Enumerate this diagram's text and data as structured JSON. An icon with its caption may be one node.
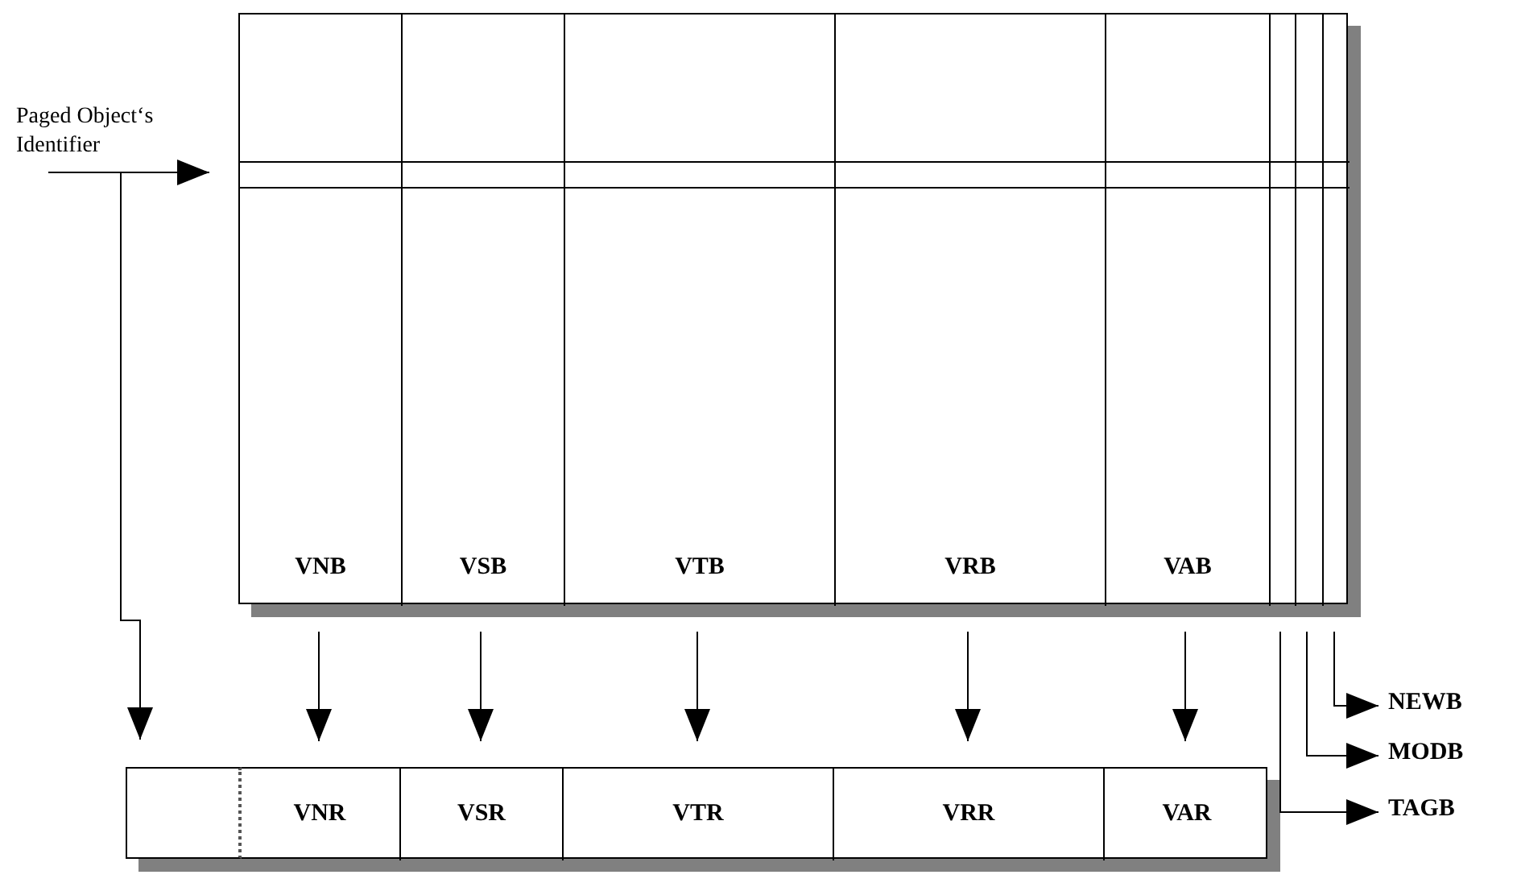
{
  "diagram": {
    "nodes": [
      {
        "text": [
          "Paged Object‘s Identifier"
        ]
      },
      {
        "text": [],
        "shape": "box"
      },
      {
        "text": [],
        "shape": "bar",
        "in": 1
      },
      {
        "text": [
          "VNB"
        ],
        "in": 1
      },
      {
        "text": [
          "VSB"
        ],
        "in": 1
      },
      {
        "text": [
          "VTB"
        ],
        "in": 1
      },
      {
        "text": [
          "VRB"
        ],
        "in": 1
      },
      {
        "text": [
          "VAB"
        ],
        "in": 1
      },
      {
        "text": [],
        "shape": "bar",
        "in": 1
      },
      {
        "text": [],
        "shape": "bar",
        "in": 1
      },
      {
        "text": [],
        "shape": "bar",
        "in": 1
      },
      {
        "text": [],
        "shape": "box"
      },
      {
        "text": [],
        "shape": "box",
        "in": 11
      },
      {
        "text": [
          "VNR"
        ],
        "in": 11
      },
      {
        "text": [
          "VSR"
        ],
        "in": 11
      },
      {
        "text": [
          "VTR"
        ],
        "in": 11
      },
      {
        "text": [
          "VRR"
        ],
        "in": 11
      },
      {
        "text": [
          "VAR"
        ],
        "in": 11
      },
      {
        "text": [
          "NEWB"
        ]
      },
      {
        "text": [
          "MODB"
        ]
      },
      {
        "text": [
          "TAGB"
        ]
      }
    ],
    "edges": [
      {
        "from": 0,
        "to": 2,
        "arrow": "to"
      },
      {
        "from": 0,
        "to": 12,
        "arrow": "to"
      },
      {
        "from": 3,
        "to": 13,
        "arrow": "to"
      },
      {
        "from": 4,
        "to": 14,
        "arrow": "to"
      },
      {
        "from": 5,
        "to": 15,
        "arrow": "to"
      },
      {
        "from": 6,
        "to": 16,
        "arrow": "to"
      },
      {
        "from": 7,
        "to": 17,
        "arrow": "to"
      },
      {
        "from": 8,
        "to": 20,
        "arrow": "to"
      },
      {
        "from": 9,
        "to": 19,
        "arrow": "to"
      },
      {
        "from": 10,
        "to": 18,
        "arrow": "to"
      }
    ]
  }
}
